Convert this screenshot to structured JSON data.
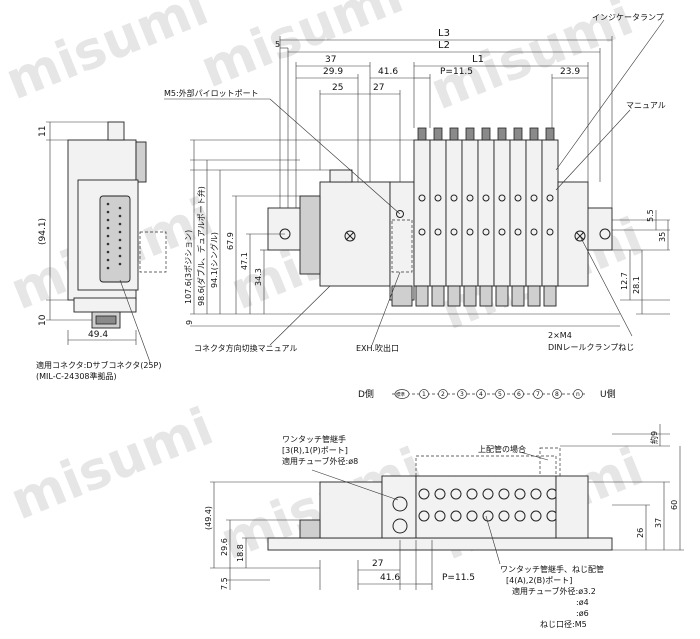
{
  "watermark": "misumi",
  "callouts": {
    "indicator_lamp": "インジケータランプ",
    "manual": "マニュアル",
    "ext_pilot_port": "M5:外部パイロットポート",
    "connector_dir_manual": "コネクタ方向切換マニュアル",
    "exh_outlet": "EXH.吹出口",
    "din_screw_qty": "2×M4",
    "din_screw": "DINレールクランプねじ",
    "connector_line1": "適用コネクタ:Dサブコネクタ(25P)",
    "connector_line2": "(MIL-C-24308準拠品)",
    "onetouch_top1": "ワンタッチ管継手",
    "onetouch_top2": "[3(R),1(P)ポート]",
    "onetouch_top3": "適用チューブ外径:ø8",
    "upper_piping": "上配管の場合",
    "onetouch_bot1": "ワンタッチ管継手、ねじ配管",
    "onetouch_bot2": "[4(A),2(B)ポート]",
    "onetouch_bot3": "適用チューブ外径:ø3.2",
    "onetouch_bot4": ":ø4",
    "onetouch_bot5": ":ø6",
    "onetouch_bot6": "ねじ口径:M5"
  },
  "station_row": {
    "d_side": "D側",
    "u_side": "U側",
    "labels": [
      "標準",
      "1",
      "2",
      "3",
      "4",
      "5",
      "6",
      "7",
      "8",
      "n"
    ]
  },
  "dimensions": {
    "L3": "L3",
    "L2": "L2",
    "L1": "L1",
    "d5": "5",
    "d37": "37",
    "d29_9": "29.9",
    "d41_6": "41.6",
    "p11_5": "P=11.5",
    "d23_9": "23.9",
    "d25": "25",
    "d27": "27",
    "d11": "11",
    "d94_1": "(94.1)",
    "d10": "10",
    "d49_4": "49.4",
    "v107_6": "107.6(3ポジション)",
    "v98_6": "98.6(ダブル、デュアルポート弁)",
    "v94_1": "94.1(シングル)",
    "v67_9": "67.9",
    "v47_1": "47.1",
    "v34_3": "34.3",
    "v9": "9",
    "r5_5": "5.5",
    "r35": "35",
    "r12_7": "12.7",
    "r28_1": "28.1",
    "b_m9": "約9",
    "b_49_4": "(49.4)",
    "b_29_6": "29.6",
    "b_18_8": "18.8",
    "b_7_5": "7.5",
    "b_26": "26",
    "b_37": "37",
    "b_60": "60",
    "b_27": "27",
    "b_41_6": "41.6",
    "b_p11_5": "P=11.5"
  }
}
